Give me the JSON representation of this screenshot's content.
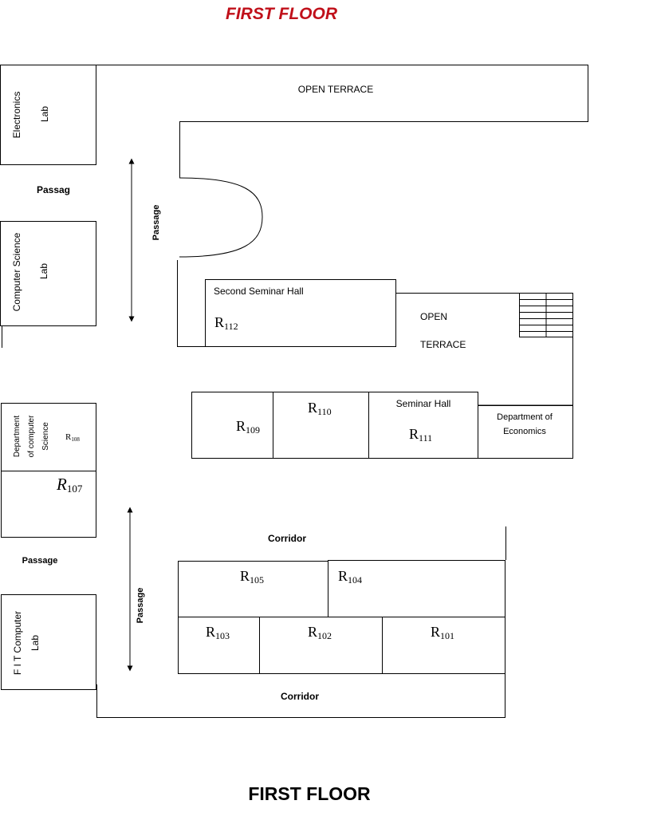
{
  "colors": {
    "title": "#c0101a",
    "ink": "#000000"
  },
  "titles": {
    "top": "FIRST FLOOR",
    "bottom": "FIRST FLOOR"
  },
  "labels": {
    "electronics_1": "Electronics",
    "electronics_2": "Lab",
    "passag": "Passag",
    "cs_lab_1": "Computer Science",
    "cs_lab_2": "Lab",
    "dept_cs_1": "Department",
    "dept_cs_2": "of computer",
    "dept_cs_3": "Science",
    "passage_left": "Passage",
    "fit_lab_1": "F I T Computer",
    "fit_lab_2": "Lab",
    "passage_upper": "Passage",
    "passage_lower": "Passage",
    "open_terrace_top": "OPEN TERRACE",
    "second_seminar_hall": "Second Seminar Hall",
    "open": "OPEN",
    "terrace": "TERRACE",
    "seminar_hall": "Seminar Hall",
    "dept_econ_1": "Department of",
    "dept_econ_2": "Economics",
    "corridor_upper": "Corridor",
    "corridor_lower": "Corridor"
  },
  "rooms": {
    "r112": {
      "prefix": "R",
      "num": "112"
    },
    "r109": {
      "prefix": "R",
      "num": "109"
    },
    "r110": {
      "prefix": "R",
      "num": "110"
    },
    "r111": {
      "prefix": "R",
      "num": "111"
    },
    "r108": {
      "prefix": "R",
      "num": "108"
    },
    "r107": {
      "prefix": "R",
      "num": "107"
    },
    "r105": {
      "prefix": "R",
      "num": "105"
    },
    "r104": {
      "prefix": "R",
      "num": "104"
    },
    "r103": {
      "prefix": "R",
      "num": "103"
    },
    "r102": {
      "prefix": "R",
      "num": "102"
    },
    "r101": {
      "prefix": "R",
      "num": "101"
    }
  }
}
